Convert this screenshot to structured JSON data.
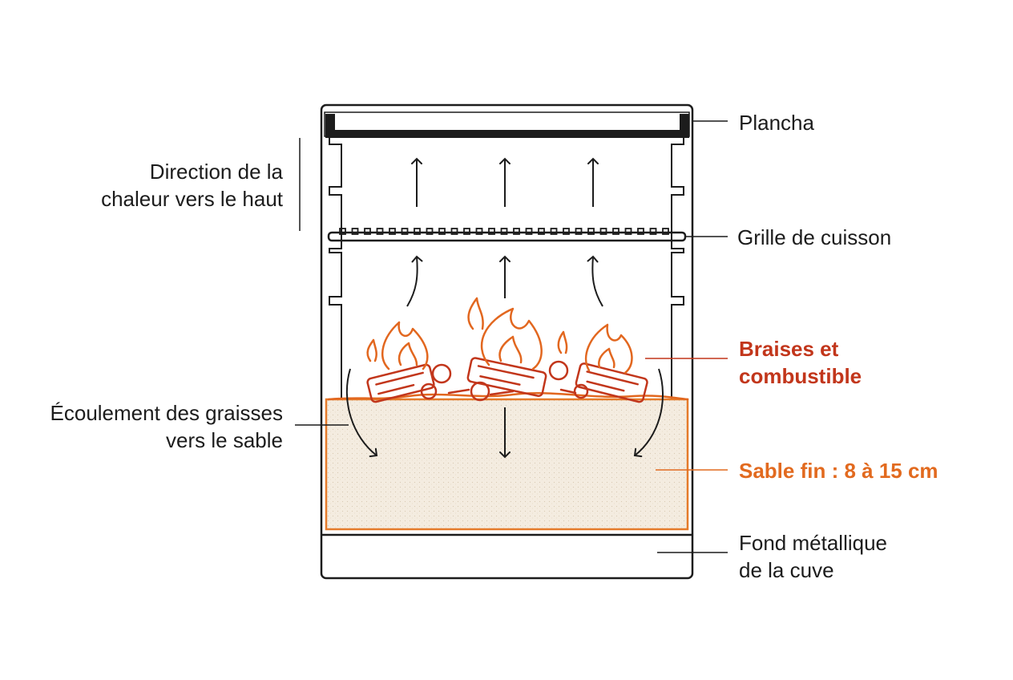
{
  "labels": {
    "plancha": "Plancha",
    "heat_direction_line1": "Direction de la",
    "heat_direction_line2": "chaleur vers le haut",
    "grill": "Grille de cuisson",
    "embers_line1": "Braises et",
    "embers_line2": "combustible",
    "grease_line1": "Écoulement des graisses",
    "grease_line2": "vers le sable",
    "sand": "Sable fin : 8 à 15 cm",
    "bottom_line1": "Fond métallique",
    "bottom_line2": "de la cuve"
  },
  "colors": {
    "outline": "#1c1c1c",
    "fire": "#e2671f",
    "fire_dark": "#c2361b",
    "sand_fill": "#f4ece0",
    "sand_border": "#e57b2b",
    "embers_label": "#c2361b",
    "sand_label": "#e26a1f"
  }
}
